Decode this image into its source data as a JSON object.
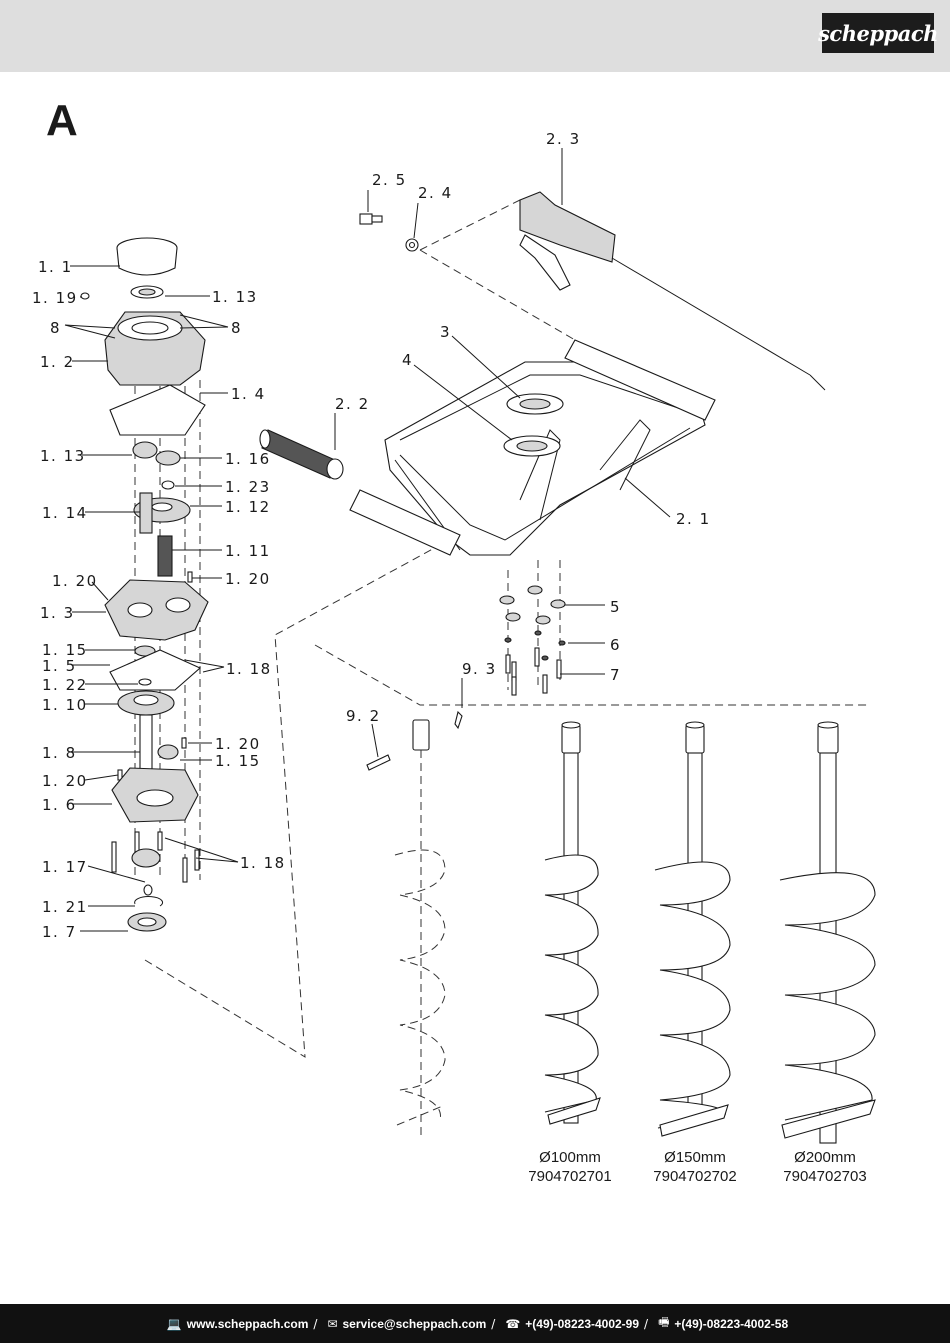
{
  "header": {
    "logo_text": "scheppach"
  },
  "section_letter": "A",
  "labels": {
    "l_1_1": "1. 1",
    "l_1_19": "1. 19",
    "l_8a": "8",
    "l_8b": "8",
    "l_1_13a": "1. 13",
    "l_1_2": "1. 2",
    "l_1_4": "1. 4",
    "l_1_13b": "1. 13",
    "l_1_16": "1. 16",
    "l_1_23": "1. 23",
    "l_1_14": "1. 14",
    "l_1_12": "1. 12",
    "l_1_11": "1. 11",
    "l_1_20a": "1. 20",
    "l_1_20b": "1. 20",
    "l_1_3": "1. 3",
    "l_1_15a": "1. 15",
    "l_1_5": "1. 5",
    "l_1_18a": "1. 18",
    "l_1_22": "1. 22",
    "l_1_10": "1. 10",
    "l_1_20c": "1. 20",
    "l_1_8": "1. 8",
    "l_1_15b": "1. 15",
    "l_1_20d": "1. 20",
    "l_1_6": "1. 6",
    "l_1_17": "1. 17",
    "l_1_18b": "1. 18",
    "l_1_21": "1. 21",
    "l_1_7": "1. 7",
    "l_2_3": "2. 3",
    "l_2_5": "2. 5",
    "l_2_4": "2. 4",
    "l_3": "3",
    "l_4": "4",
    "l_2_2": "2. 2",
    "l_2_1": "2. 1",
    "l_5": "5",
    "l_6": "6",
    "l_7": "7",
    "l_9_3": "9. 3",
    "l_9_2": "9. 2"
  },
  "augers": [
    {
      "diameter": "Ø100mm",
      "article": "7904702701"
    },
    {
      "diameter": "Ø150mm",
      "article": "7904702702"
    },
    {
      "diameter": "Ø200mm",
      "article": "7904702703"
    }
  ],
  "footer": {
    "web_icon": "computer-icon",
    "web": "www.scheppach.com",
    "mail_icon": "mail-icon",
    "mail": "service@scheppach.com",
    "phone_icon": "phone-icon",
    "phone": "+(49)-08223-4002-99",
    "fax_icon": "fax-icon",
    "fax": "+(49)-08223-4002-58",
    "separator": "/"
  }
}
